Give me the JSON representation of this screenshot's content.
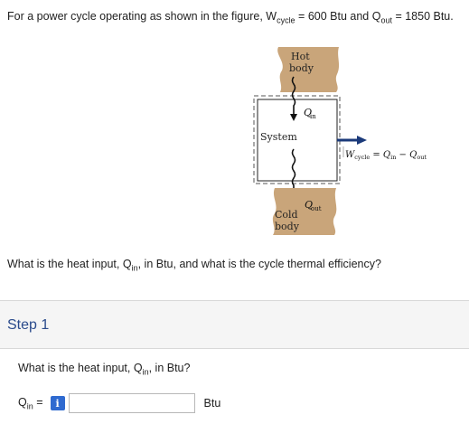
{
  "problem": {
    "text_1": "For a power cycle operating as shown in the figure, W",
    "wcycle_sub": "cycle",
    "text_2": " = 600 Btu and Q",
    "qout_sub": "out",
    "text_3": " = 1850 Btu."
  },
  "figure": {
    "hot_label_1": "Hot",
    "hot_label_2": "body",
    "q_in": "Q",
    "q_in_sub": "in",
    "system_label": "System",
    "w_eq_w": "W",
    "w_eq_sub": "cycle",
    "w_eq_mid": " = Q",
    "w_eq_sub2": "in",
    "w_eq_minus": " − Q",
    "w_eq_sub3": "out",
    "q_out": "Q",
    "q_out_sub": "out",
    "cold_label_1": "Cold",
    "cold_label_2": "body",
    "colors": {
      "body_fill": "#c9a57a",
      "system_fill": "#ffffff",
      "arrow": "#1b3a7a",
      "frame_dash": "#555555"
    }
  },
  "question": {
    "text_1": "What is the heat input, Q",
    "sub": "in",
    "text_2": ", in Btu, and what is the cycle thermal efficiency?"
  },
  "step": {
    "title": "Step 1"
  },
  "sub_question": {
    "text_1": "What is the heat input, Q",
    "sub": "in",
    "text_2": ", in Btu?"
  },
  "answer": {
    "label_q": "Q",
    "label_sub": "in",
    "label_eq": " =",
    "info_icon": "i",
    "value": "",
    "unit": "Btu"
  }
}
